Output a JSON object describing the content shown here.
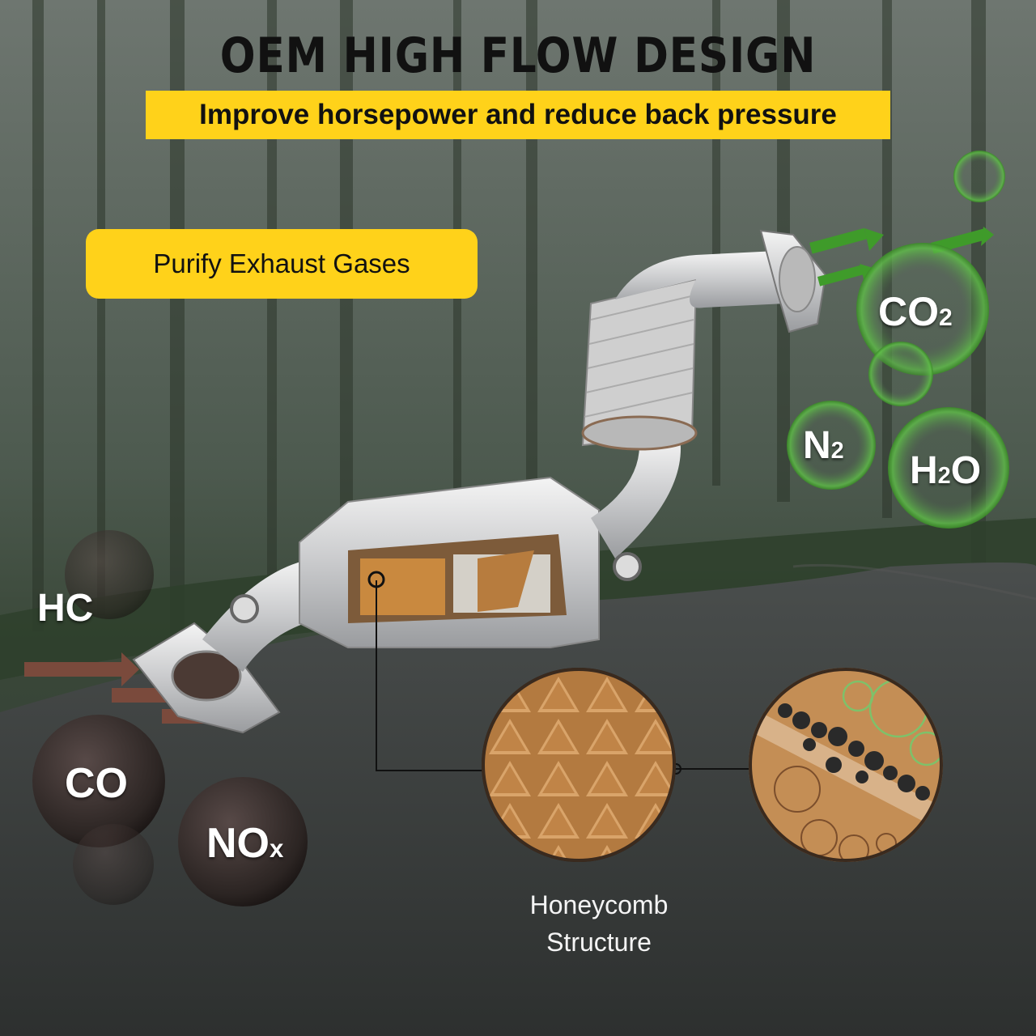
{
  "headline": "OEM HIGH FLOW DESIGN",
  "subheadline": "Improve horsepower and reduce back pressure",
  "badge": "Purify Exhaust Gases",
  "inputs": {
    "hc": "HC",
    "co": "CO",
    "nox_main": "NO",
    "nox_sub": "x"
  },
  "outputs": {
    "co2_main": "CO",
    "co2_sub": "2",
    "n2_main": "N",
    "n2_sub": "2",
    "h2o_a": "H",
    "h2o_sub": "2",
    "h2o_b": "O"
  },
  "callout": {
    "line1": "Honeycomb",
    "line2": "Structure"
  },
  "colors": {
    "accent_yellow": "#ffd21a",
    "arrow_green": "#3f9b2a",
    "arrow_brown": "#7a4a3c",
    "honeycomb": "#c68e4f"
  }
}
